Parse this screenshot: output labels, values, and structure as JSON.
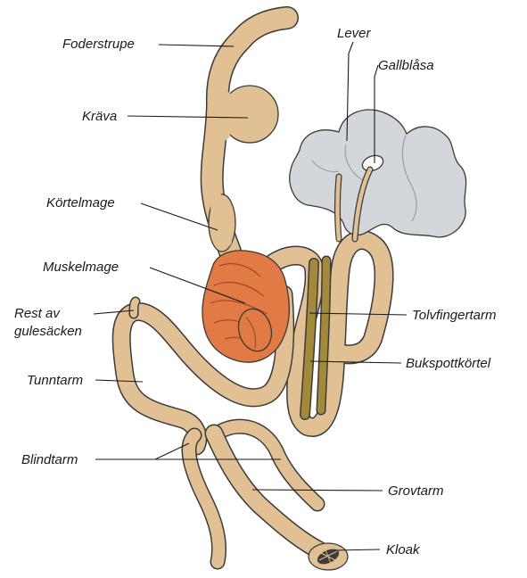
{
  "colors": {
    "tract": "#e1c193",
    "outline": "#3b3b3b",
    "liver": "#d3d6da",
    "gizzard": "#e27a45",
    "pancreas": "#a38a3a",
    "text": "#1a1a1a"
  },
  "labels": {
    "foderstrupe": "Foderstrupe",
    "krava": "Kräva",
    "kortelmage": "Körtelmage",
    "muskelmage": "Muskelmage",
    "rest_line1": "Rest av",
    "rest_line2": "gulesäcken",
    "tunntarm": "Tunntarm",
    "blindtarm": "Blindtarm",
    "lever": "Lever",
    "gallblasa": "Gallblåsa",
    "tolvfingertarm": "Tolvfingertarm",
    "bukspottkortel": "Bukspottkörtel",
    "grovtarm": "Grovtarm",
    "kloak": "Kloak"
  }
}
